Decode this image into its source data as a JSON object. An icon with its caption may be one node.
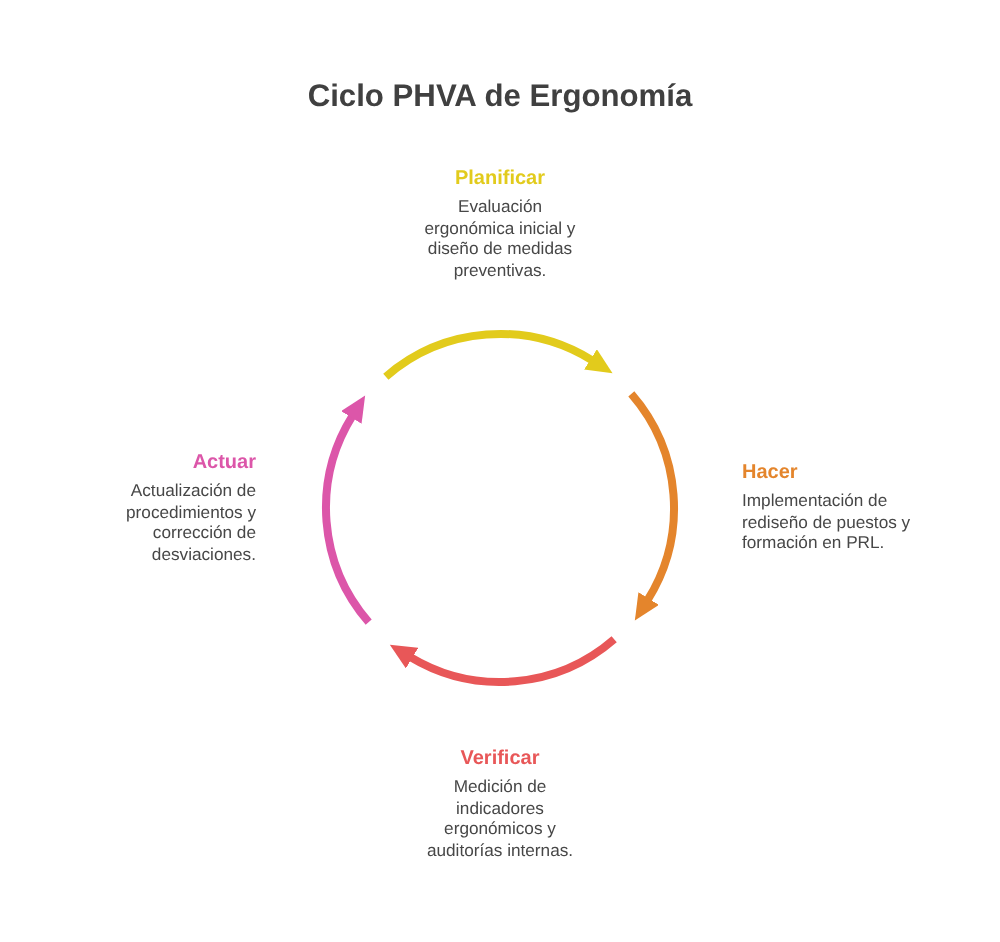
{
  "diagram": {
    "title": "Ciclo PHVA de Ergonomía",
    "nodes": [
      {
        "text": [
          "Planificar",
          "Evaluación ergonómica inicial y diseño de medidas preventivas."
        ]
      },
      {
        "text": [
          "Hacer",
          "Implementación de rediseño de puestos y formación en PRL."
        ]
      },
      {
        "text": [
          "Verificar",
          "Medición de indicadores ergonómicos y auditorías internas."
        ]
      },
      {
        "text": [
          "Actuar",
          "Actualización de procedimientos y corrección de desviaciones."
        ]
      }
    ]
  }
}
